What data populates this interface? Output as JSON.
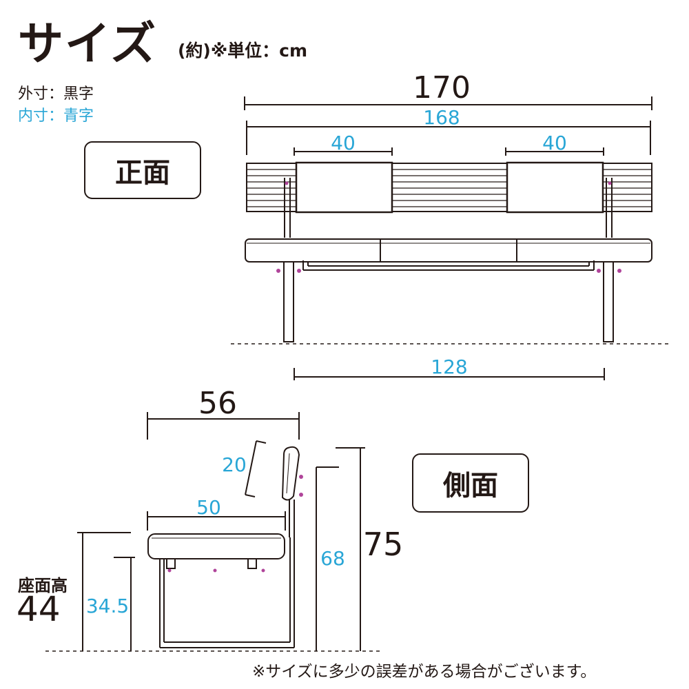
{
  "header": {
    "title": "サイズ",
    "unit_note": "(約)※単位：cm"
  },
  "legend": {
    "outer": "外寸：黒字",
    "inner": "内寸：青字"
  },
  "views": {
    "front_label": "正面",
    "side_label": "側面"
  },
  "front_dimensions": {
    "overall_width": "170",
    "inner_width": "168",
    "armrest_left": "40",
    "armrest_right": "40",
    "leg_span": "128"
  },
  "side_dimensions": {
    "overall_depth": "56",
    "backrest_height": "20",
    "seat_depth": "50",
    "overall_height": "75",
    "inner_height": "68",
    "seat_inner_height": "34.5"
  },
  "seat_height": {
    "label": "座面高",
    "value": "44"
  },
  "footer": {
    "note": "※サイズに多少の誤差がある場合がございます。"
  },
  "colors": {
    "outer_text": "#231815",
    "inner_text": "#29a6d6",
    "accent_bolts": "#b0449a"
  }
}
